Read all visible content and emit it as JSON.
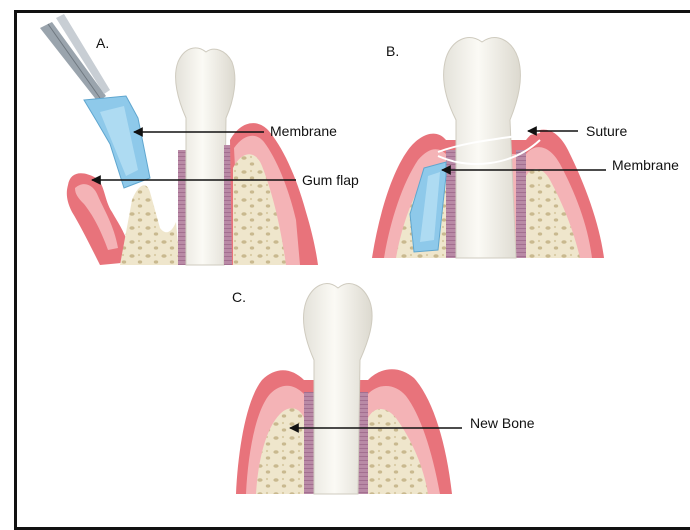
{
  "panels": {
    "a": {
      "letter": "A.",
      "labels": {
        "membrane": "Membrane",
        "gum_flap": "Gum flap"
      }
    },
    "b": {
      "letter": "B.",
      "labels": {
        "suture": "Suture",
        "membrane": "Membrane"
      }
    },
    "c": {
      "letter": "C.",
      "labels": {
        "new_bone": "New Bone"
      }
    }
  },
  "colors": {
    "gum": "#e8737b",
    "gum_light": "#f4b3b6",
    "bone": "#efe6cc",
    "bone_pore": "#c9b98f",
    "tooth": "#f3f1ea",
    "ligament": "#a26b8d",
    "membrane": "#8ec9ea",
    "arrow": "#111111"
  }
}
